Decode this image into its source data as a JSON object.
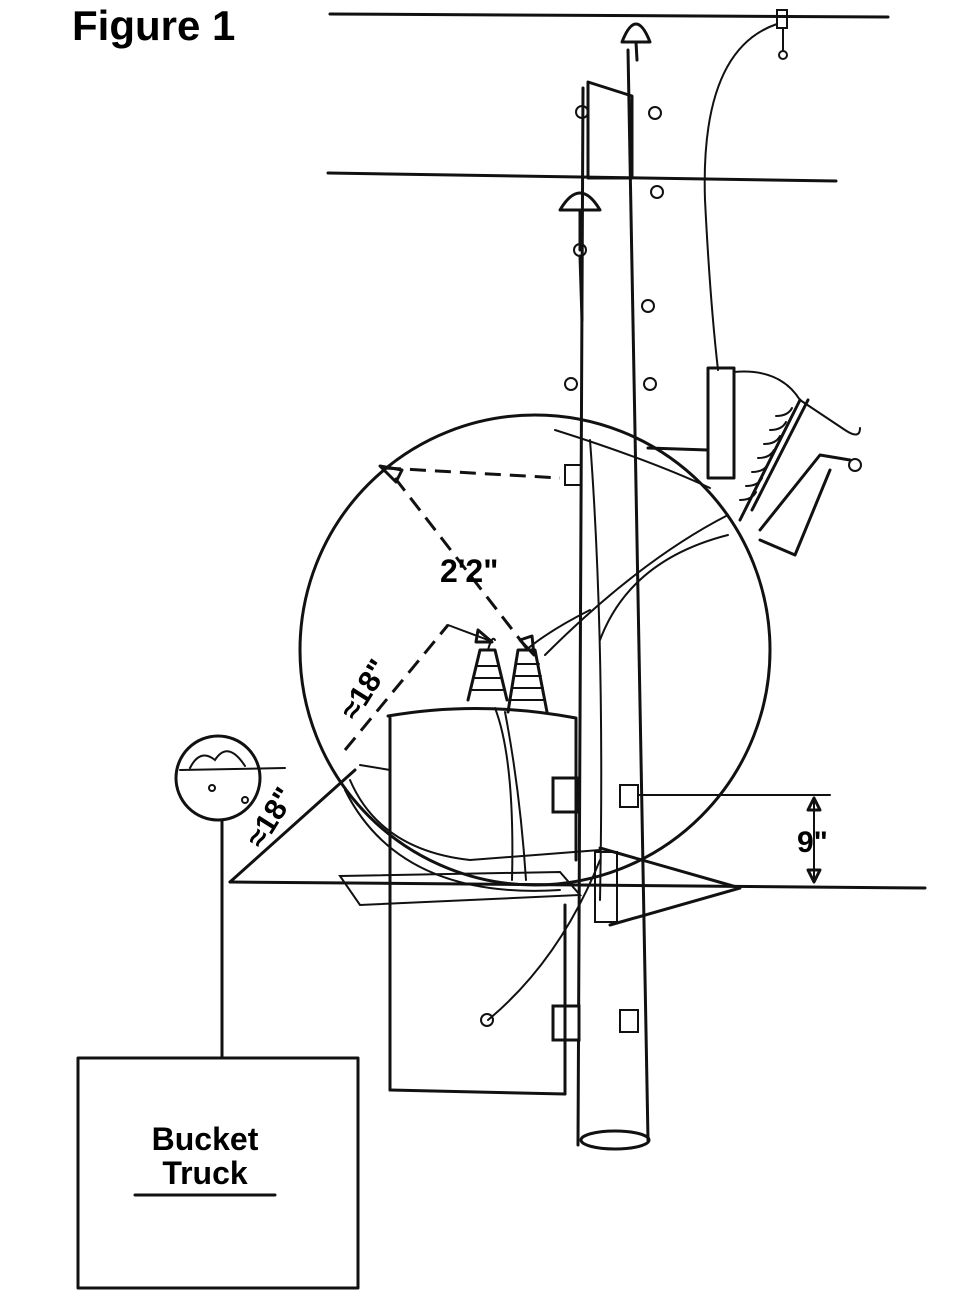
{
  "figure": {
    "title": "Figure 1"
  },
  "dimensions": {
    "clearance_radius": "2'2\"",
    "bushing_gap": "≈18\"",
    "boom_gap": "≈18\"",
    "lower_gap": "9\""
  },
  "truck": {
    "label_line1": "Bucket",
    "label_line2": "Truck"
  }
}
